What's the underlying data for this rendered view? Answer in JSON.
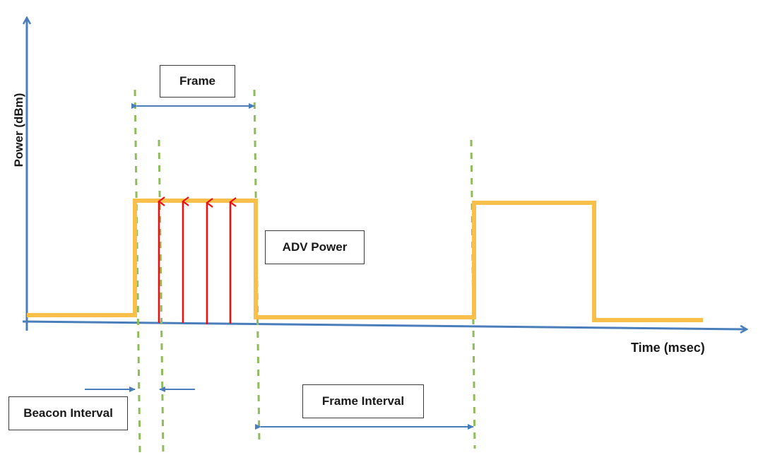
{
  "labels": {
    "y_axis": "Power (dBm)",
    "x_axis": "Time (msec)",
    "frame": "Frame",
    "adv_power": "ADV Power",
    "beacon_interval": "Beacon Interval",
    "frame_interval": "Frame Interval"
  },
  "colors": {
    "axis": "#4a7ebb",
    "signal": "#f8c04a",
    "beacon": "#e81010",
    "guide": "#8fbc5a",
    "dimension": "#4a7ebb"
  }
}
